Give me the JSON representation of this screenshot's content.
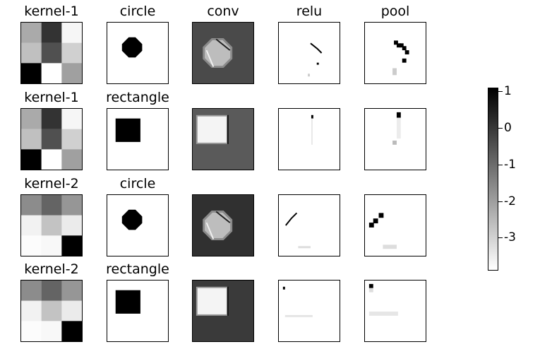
{
  "rows": [
    {
      "kernel_label": "kernel-1",
      "shape_label": "circle",
      "kernel_grays": [
        [
          170,
          51,
          246
        ],
        [
          192,
          80,
          208
        ],
        [
          0,
          255,
          160
        ]
      ],
      "shape": "circle",
      "conv_bg": "#4a4a4a"
    },
    {
      "kernel_label": "kernel-1",
      "shape_label": "rectangle",
      "kernel_grays": [
        [
          170,
          51,
          246
        ],
        [
          192,
          80,
          208
        ],
        [
          0,
          255,
          160
        ]
      ],
      "shape": "rectangle",
      "conv_bg": "#5a5a5a"
    },
    {
      "kernel_label": "kernel-2",
      "shape_label": "circle",
      "kernel_grays": [
        [
          140,
          100,
          150
        ],
        [
          242,
          195,
          235
        ],
        [
          252,
          248,
          0
        ]
      ],
      "shape": "circle",
      "conv_bg": "#303030"
    },
    {
      "kernel_label": "kernel-2",
      "shape_label": "rectangle",
      "kernel_grays": [
        [
          140,
          100,
          150
        ],
        [
          242,
          195,
          235
        ],
        [
          252,
          248,
          0
        ]
      ],
      "shape": "rectangle",
      "conv_bg": "#3a3a3a"
    }
  ],
  "columns": [
    "conv",
    "relu",
    "pool"
  ],
  "colorbar": {
    "ticks": [
      "1",
      "0",
      "-1",
      "-2",
      "-3"
    ],
    "min": -3.9,
    "max": 1.1
  }
}
